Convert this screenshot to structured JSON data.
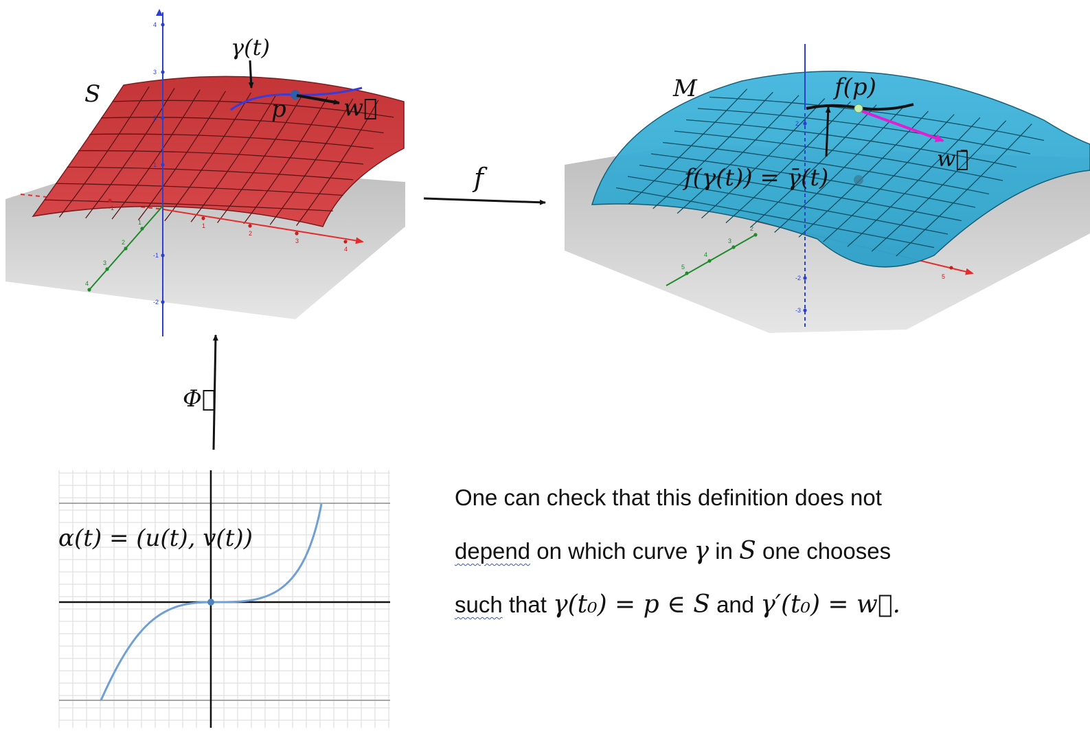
{
  "surface_s": {
    "label": "S",
    "curve_label": "γ(t)",
    "point_label": "p",
    "vector_label": "w⃗",
    "color": "#c9393c",
    "z_ticks": [
      "4",
      "3",
      "2",
      "1",
      "-1",
      "-2"
    ],
    "x_ticks": [
      "-1",
      "1",
      "2",
      "3",
      "4"
    ],
    "y_ticks": [
      "1",
      "2",
      "3",
      "4"
    ]
  },
  "surface_m": {
    "label": "M",
    "image_point_label": "f(p)",
    "curve_label": "f(γ(t)) = γ̄(t)",
    "vector_label": "w⃗̄",
    "color": "#3db2d8",
    "z_ticks": [
      "2",
      "-2",
      "-3"
    ],
    "x_ticks": [
      "5"
    ],
    "y_ticks": [
      "2",
      "3",
      "4",
      "5"
    ]
  },
  "map_f": {
    "label": "f"
  },
  "map_phi": {
    "label": "Φ⃗"
  },
  "plane": {
    "curve_label": "α(t) = (u(t), v(t))"
  },
  "caption": {
    "line1": "One can check that this definition does not",
    "line2_word1": "depend",
    "line2_a": " on which curve ",
    "line2_gamma": "γ",
    "line2_b": " in ",
    "line2_S": "S",
    "line2_c": " one chooses",
    "line3_word1": "such",
    "line3_a": " that ",
    "line3_m1": "γ(t₀) = p ∈ S",
    "line3_b": " and ",
    "line3_m2": "γ′(t₀) = w⃗."
  }
}
